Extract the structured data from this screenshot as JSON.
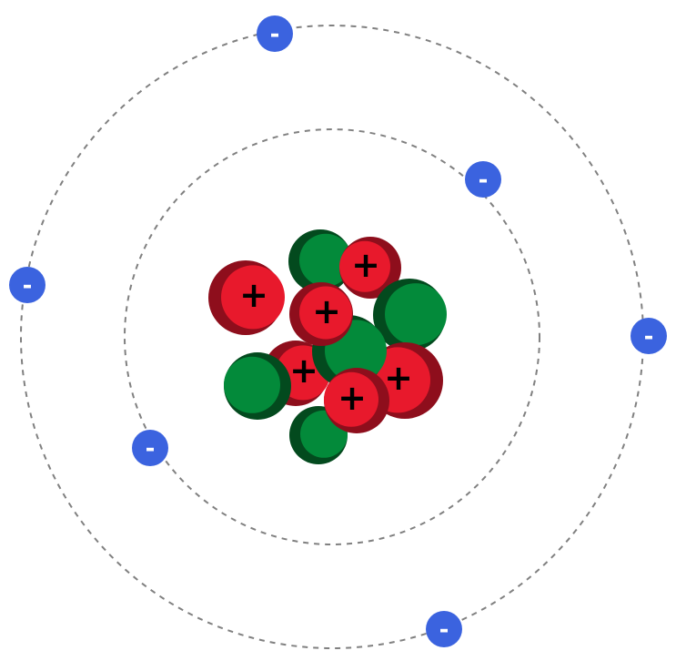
{
  "diagram": {
    "type": "atom-model",
    "proton_symbol": "+",
    "electron_symbol": "-",
    "proton_count": 6,
    "neutron_count": 5,
    "electron_count": 6,
    "shell_count": 2,
    "electrons_per_shell": [
      2,
      4
    ],
    "colors": {
      "proton": "#e8192c",
      "proton_shade": "#8e0e1c",
      "neutron": "#038a3a",
      "neutron_shade": "#034a1e",
      "electron": "#3b63df",
      "orbit": "#808080",
      "sign": "#000000",
      "electron_sign": "#ffffff"
    }
  }
}
